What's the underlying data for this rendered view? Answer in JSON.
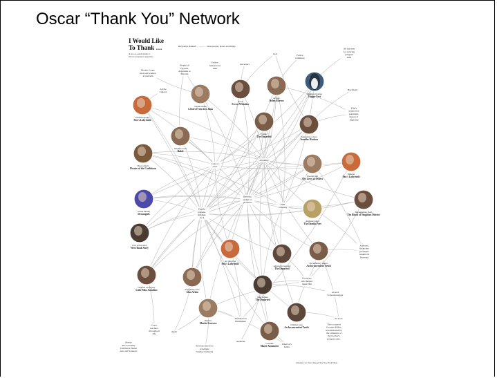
{
  "slide": {
    "title": "Oscar “Thank You” Network"
  },
  "graphic": {
    "heading": [
      "I Would Like",
      "To Thank …"
    ],
    "subheading": [
      "A not-so-quick guide to",
      "Oscar acceptance speeches"
    ],
    "key": "Recipients thanked … —→ … these people, places and things.",
    "credit": "Amanda Cox, Steve Duenes/The New York Times",
    "recipients": [
      {
        "id": "r1",
        "role": "Actor",
        "name": "Forest Whitaker"
      },
      {
        "id": "r2",
        "role": "Actress",
        "name": "Helen Mirren"
      },
      {
        "id": "r3",
        "role": "Animated feature",
        "name": "Happy Feet"
      },
      {
        "id": "r4",
        "role": "Sound editing",
        "name": "Letters From Iwo Jima"
      },
      {
        "id": "r5",
        "role": "Cinematography",
        "name": "Pan's Labyrinth"
      },
      {
        "id": "r6",
        "role": "Editing",
        "name": "The Departed"
      },
      {
        "id": "r7",
        "role": "Supporting actress",
        "name": "Jennifer Hudson"
      },
      {
        "id": "r8",
        "role": "Original score",
        "name": "Babel"
      },
      {
        "id": "r9",
        "role": "Visual effects",
        "name": "Pirates of the Caribbean"
      },
      {
        "id": "r10",
        "role": "Foreign film",
        "name": "The Lives of Others"
      },
      {
        "id": "r11",
        "role": "Makeup",
        "name": "Pan's Labyrinth"
      },
      {
        "id": "r12",
        "role": "Sound mixing",
        "name": "Dreamgirls"
      },
      {
        "id": "r13",
        "role": "Documentary short",
        "name": "The Blood of Yingzhou District"
      },
      {
        "id": "r14",
        "role": "Animated short",
        "name": "The Danish Poet"
      },
      {
        "id": "r15",
        "role": "Live action short",
        "name": "West Bank Story"
      },
      {
        "id": "r16",
        "role": "Art direction",
        "name": "Pan's Labyrinth"
      },
      {
        "id": "r17",
        "role": "Adapted screenplay",
        "name": "The Departed"
      },
      {
        "id": "r18",
        "role": "Documentary feature",
        "name": "An Inconvenient Truth"
      },
      {
        "id": "r19",
        "role": "Original screenplay",
        "name": "Little Miss Sunshine"
      },
      {
        "id": "r20",
        "role": "Supporting actor",
        "name": "Alan Arkin"
      },
      {
        "id": "r21",
        "role": "Best picture",
        "name": "The Departed"
      },
      {
        "id": "r22",
        "role": "Director",
        "name": "Martin Scorsese"
      },
      {
        "id": "r23",
        "role": "Original song",
        "name": "An Inconvenient Truth"
      },
      {
        "id": "r24",
        "role": "Costume",
        "name": "Marie Antoinette"
      }
    ],
    "thanked": [
      {
        "id": "t1",
        "text": [
          "People of",
          "Uganda,",
          "Argentina or",
          "Bavaria"
        ]
      },
      {
        "id": "t2",
        "text": [
          "Fellow",
          "believers in",
          "time"
        ]
      },
      {
        "id": "t3",
        "text": [
          "Ancestors"
        ]
      },
      {
        "id": "t4",
        "text": [
          "God"
        ]
      },
      {
        "id": "t5",
        "text": [
          "Fellow",
          "nominees"
        ]
      },
      {
        "id": "t6",
        "text": [
          "All the men",
          "for wearing",
          "penguin",
          "suits"
        ]
      },
      {
        "id": "t7",
        "text": [
          "Marine Corps,",
          "men and women",
          "in uniform"
        ]
      },
      {
        "id": "t8",
        "text": [
          "All the",
          "Latinos"
        ]
      },
      {
        "id": "t9",
        "text": [
          "Boyfriend"
        ]
      },
      {
        "id": "t10",
        "text": [
          "Film's",
          "inspiration",
          "(example:",
          "Queen of",
          "England)"
        ]
      },
      {
        "id": "t11",
        "text": [
          "Cast or",
          "crew"
        ]
      },
      {
        "id": "t12",
        "text": [
          "Academy"
        ]
      },
      {
        "id": "t13",
        "text": [
          "Director,",
          "writer or",
          "producer"
        ]
      },
      {
        "id": "t14",
        "text": [
          "Film",
          "company"
        ]
      },
      {
        "id": "t15",
        "text": [
          "Family",
          "(spouse,",
          "children,",
          "etc.)"
        ]
      },
      {
        "id": "t16",
        "text": [
          "Advisers,",
          "financiers",
          "(example:",
          "bankers in",
          "Norway)"
        ]
      },
      {
        "id": "t17",
        "text": [
          "Everyone",
          "who helped",
          "make film"
        ]
      },
      {
        "id": "t18",
        "text": [
          "Arnold",
          "Schwarzenegger"
        ]
      },
      {
        "id": "t19",
        "text": [
          "All Mexican",
          "filmmakers"
        ]
      },
      {
        "id": "t20",
        "text": [
          "Al Gore"
        ]
      },
      {
        "id": "t21",
        "text": [
          "Great",
          "teachers",
          "throughout",
          "life"
        ]
      },
      {
        "id": "t22",
        "text": [
          "Agent"
        ]
      },
      {
        "id": "t23",
        "text": [
          "Assistant"
        ]
      },
      {
        "id": "t24",
        "text": [
          "Director's",
          "father"
        ]
      },
      {
        "id": "t25",
        "text": [
          "Previous directors",
          "(example:",
          "Stanley Kubrick)"
        ]
      },
      {
        "id": "t26",
        "text": [
          "Bowie",
          "The Academy",
          "Children's House",
          "Arts and Sciences"
        ]
      },
      {
        "id": "t27",
        "text": [
          "This occurred",
          "Georges Miller,",
          "was indicated by",
          "the omission of",
          "the brother's",
          "penguin suits."
        ]
      }
    ]
  }
}
